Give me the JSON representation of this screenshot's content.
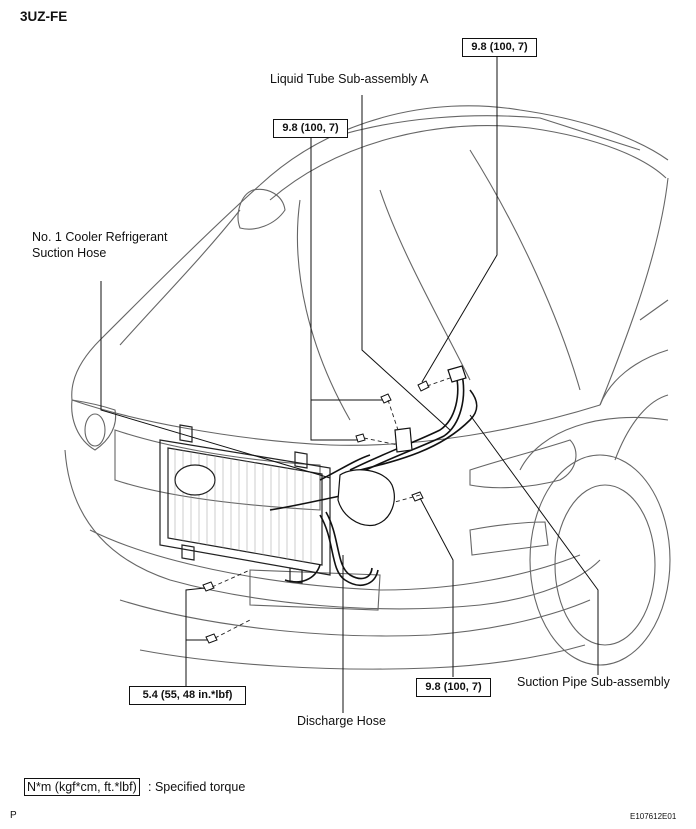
{
  "engine_label": "3UZ-FE",
  "callouts": {
    "liquid_tube": "Liquid Tube Sub-assembly A",
    "cooler_hose_line1": "No. 1 Cooler Refrigerant",
    "cooler_hose_line2": "Suction Hose",
    "suction_pipe": "Suction Pipe Sub-assembly",
    "discharge_hose": "Discharge Hose"
  },
  "torque_values": {
    "top_right": "9.8 (100, 7)",
    "top_center": "9.8 (100, 7)",
    "bottom_right": "9.8 (100, 7)",
    "bottom_left": "5.4 (55, 48 in.*lbf)"
  },
  "legend": {
    "unit_box": "N*m (kgf*cm, ft.*lbf)",
    "description": ": Specified torque"
  },
  "footer": {
    "left_code": "P",
    "figure_id": "E107612E01"
  }
}
